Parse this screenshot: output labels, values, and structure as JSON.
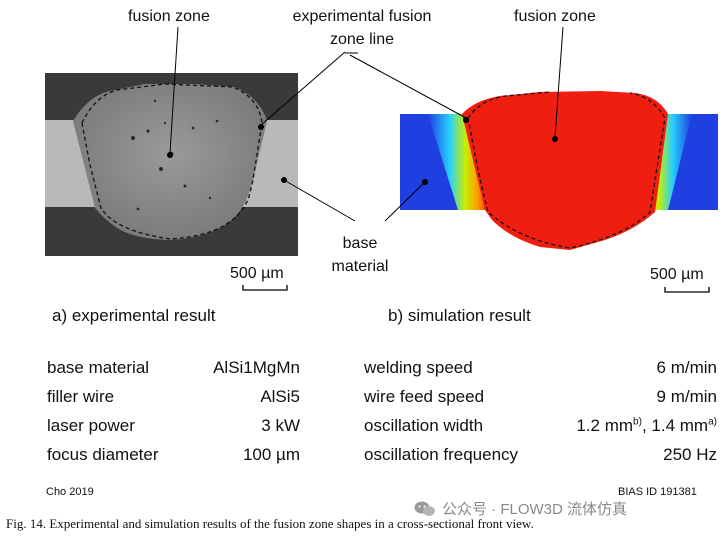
{
  "labels": {
    "fusion_zone_left": "fusion zone",
    "exp_line_1": "experimental fusion",
    "exp_line_2": "zone line",
    "fusion_zone_right": "fusion zone",
    "base_1": "base",
    "base_2": "material",
    "scale_left": "500 µm",
    "scale_right": "500 µm",
    "sub_a": "a) experimental result",
    "sub_b": "b) simulation result"
  },
  "params_left": [
    {
      "name": "base material",
      "value": "AlSi1MgMn"
    },
    {
      "name": "filler wire",
      "value": "AlSi5"
    },
    {
      "name": "laser power",
      "value": "3 kW"
    },
    {
      "name": "focus diameter",
      "value": "100 µm"
    }
  ],
  "params_right": [
    {
      "name": "welding speed",
      "value": "6 m/min"
    },
    {
      "name": "wire feed speed",
      "value": "9 m/min"
    },
    {
      "name": "oscillation width",
      "v1": "1.2 mm",
      "s1": "b)",
      "sep": ", ",
      "v2": "1.4 mm",
      "s2": "a)"
    },
    {
      "name": "oscillation frequency",
      "value": "250 Hz"
    }
  ],
  "footer": {
    "source": "Cho 2019",
    "bias_id": "BIAS ID 191381",
    "watermark": "公众号 · FLOW3D 流体仿真"
  },
  "caption": "Fig. 14. Experimental and simulation results of the fusion zone shapes in a cross-sectional front view.",
  "colors": {
    "micro_bg": "#3a3a3a",
    "base_metal": "#b8b8b8",
    "weld": "#8a8a8a",
    "sim_blue": "#1f3fe0",
    "sim_red": "#f01e10"
  }
}
